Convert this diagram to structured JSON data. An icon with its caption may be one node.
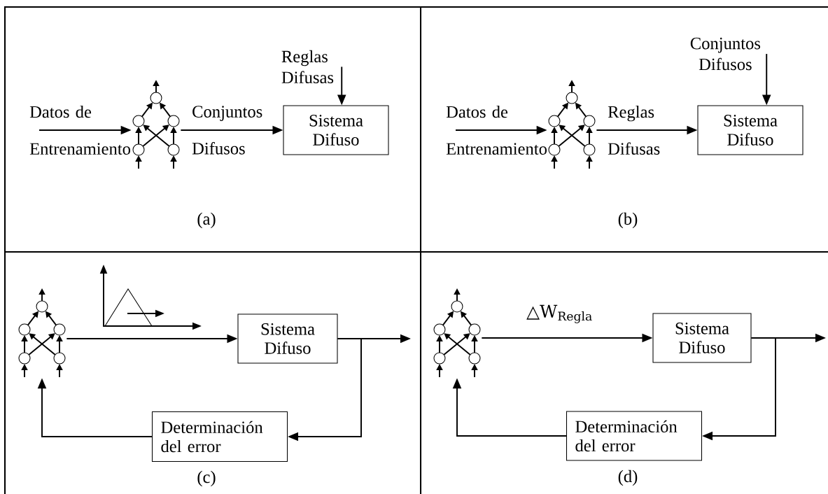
{
  "diagram": {
    "nodes": [
      {
        "text": [
          "Sistema Difuso"
        ]
      },
      {
        "text": [],
        "shape": "picture"
      },
      {
        "text": [
          "Reglas Difusas"
        ]
      },
      {
        "text": [
          "Sistema Difuso"
        ]
      },
      {
        "text": [],
        "shape": "picture"
      },
      {
        "text": [
          "Conjuntos Difusos"
        ]
      },
      {
        "text": [],
        "shape": "picture"
      },
      {
        "text": [
          "Sistema Difuso"
        ]
      },
      {
        "text": [
          "Determinación del error"
        ]
      },
      {
        "text": [],
        "shape": "picture"
      },
      {
        "text": [
          "Sistema Difuso"
        ]
      },
      {
        "text": [
          "Determinación del error"
        ]
      }
    ],
    "edges": [
      {
        "from": null,
        "to": 1,
        "arrow": "to",
        "label": "Datos de Entrenamiento"
      },
      {
        "from": 1,
        "to": 0,
        "arrow": "to",
        "label": "Conjuntos Difusos"
      },
      {
        "from": 2,
        "to": 0,
        "arrow": "to"
      },
      {
        "from": null,
        "to": 4,
        "arrow": "to",
        "label": "Datos de Entrenamiento"
      },
      {
        "from": 4,
        "to": 3,
        "arrow": "to",
        "label": "Reglas Difusas"
      },
      {
        "from": 5,
        "to": 3,
        "arrow": "to"
      },
      {
        "from": 6,
        "to": 7,
        "arrow": "to"
      },
      {
        "from": 7,
        "to": null,
        "arrow": "to"
      },
      {
        "from": 7,
        "to": 8,
        "arrow": "to"
      },
      {
        "from": 8,
        "to": 6,
        "arrow": "to"
      },
      {
        "from": 9,
        "to": 10,
        "arrow": "to",
        "label": "△W$_{Regla}$"
      },
      {
        "from": 10,
        "to": null,
        "arrow": "to"
      },
      {
        "from": 10,
        "to": 11,
        "arrow": "to"
      },
      {
        "from": 11,
        "to": 9,
        "arrow": "to"
      }
    ],
    "labels": [
      "(a)",
      "(b)",
      "(c)",
      "(d)"
    ]
  }
}
